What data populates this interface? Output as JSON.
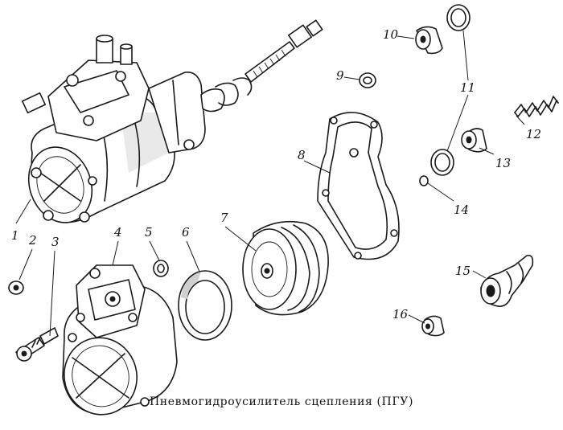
{
  "caption": "Пневмогидроусилитель сцепления (ПГУ)",
  "callouts": {
    "n1": "1",
    "n2": "2",
    "n3": "3",
    "n4": "4",
    "n5": "5",
    "n6": "6",
    "n7": "7",
    "n8": "8",
    "n9": "9",
    "n10": "10",
    "n11": "11",
    "n12": "12",
    "n13": "13",
    "n14": "14",
    "n15": "15",
    "n16": "16"
  }
}
